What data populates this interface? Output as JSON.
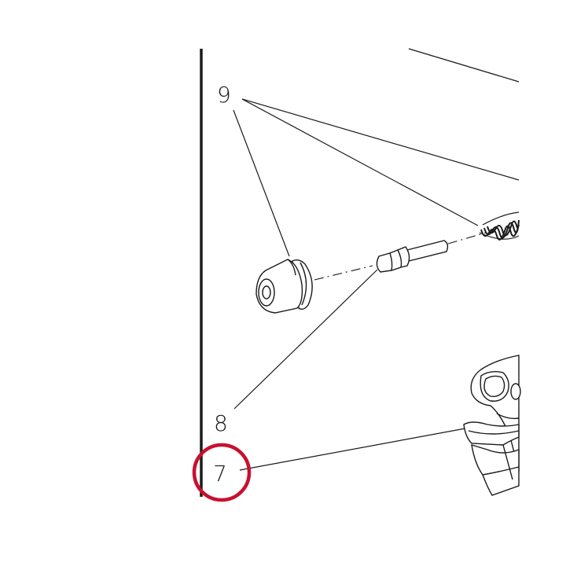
{
  "callouts": {
    "part_9": "9",
    "part_8": "8",
    "part_7": "7"
  },
  "colors": {
    "ink": "#1a1a1a",
    "highlight": "#c8102e",
    "background": "#ffffff"
  }
}
